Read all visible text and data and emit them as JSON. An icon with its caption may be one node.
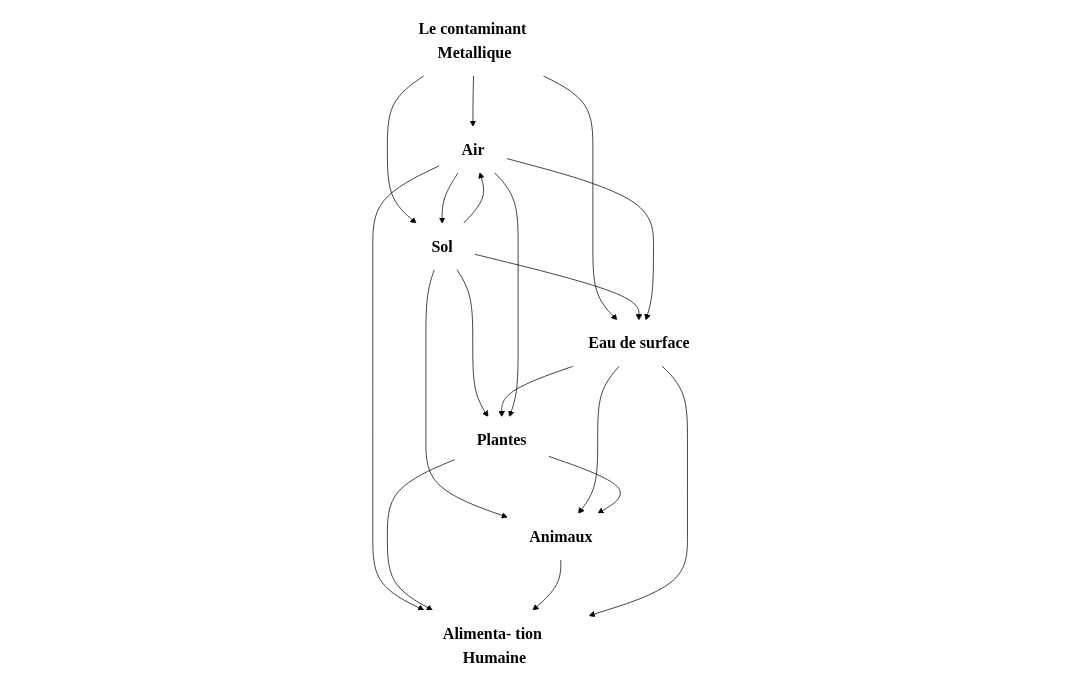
{
  "diagram": {
    "nodes": [
      {
        "text": [
          "Le contaminant Metallique"
        ]
      },
      {
        "text": [
          "Air"
        ]
      },
      {
        "text": [
          "Sol"
        ]
      },
      {
        "text": [
          "Eau de surface"
        ]
      },
      {
        "text": [
          "Plantes"
        ]
      },
      {
        "text": [
          "Animaux"
        ]
      },
      {
        "text": [
          "Alimenta- tion Humaine"
        ]
      }
    ],
    "edges": [
      {
        "from": 0,
        "to": 1,
        "arrow": "to"
      },
      {
        "from": 0,
        "to": 2,
        "arrow": "to"
      },
      {
        "from": 0,
        "to": 3,
        "arrow": "to"
      },
      {
        "from": 2,
        "to": 1,
        "arrow": "to"
      },
      {
        "from": 1,
        "to": 2,
        "arrow": "to"
      },
      {
        "from": 2,
        "to": 3,
        "arrow": "to"
      },
      {
        "from": 1,
        "to": 3,
        "arrow": "to"
      },
      {
        "from": 2,
        "to": 4,
        "arrow": "to"
      },
      {
        "from": 2,
        "to": 5,
        "arrow": "to"
      },
      {
        "from": 3,
        "to": 4,
        "arrow": "to"
      },
      {
        "from": 3,
        "to": 5,
        "arrow": "to"
      },
      {
        "from": 1,
        "to": 4,
        "arrow": "to"
      },
      {
        "from": 4,
        "to": 5,
        "arrow": "to"
      },
      {
        "from": 1,
        "to": 6,
        "arrow": "to"
      },
      {
        "from": 4,
        "to": 6,
        "arrow": "to"
      },
      {
        "from": 5,
        "to": 6,
        "arrow": "to"
      },
      {
        "from": 3,
        "to": 6,
        "arrow": "to"
      }
    ]
  }
}
